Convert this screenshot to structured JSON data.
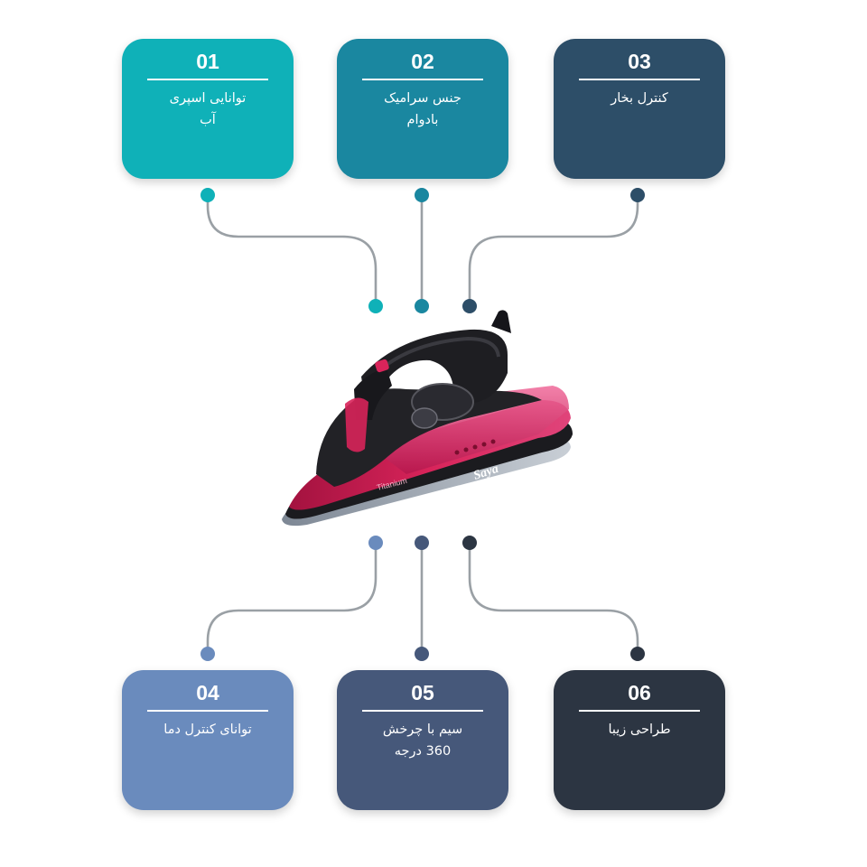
{
  "colors": {
    "c1": "#0fb1b8",
    "c2": "#1a87a0",
    "c3": "#2d4e68",
    "c4": "#6a8bbd",
    "c5": "#46587a",
    "c6": "#2c3542",
    "line": "#9aa0a5"
  },
  "features": [
    {
      "num": "01",
      "label": "توانایی اسپری\nآب"
    },
    {
      "num": "02",
      "label": "جنس سرامیک\nبادوام"
    },
    {
      "num": "03",
      "label": "کنترل بخار"
    },
    {
      "num": "04",
      "label": "توانای کنترل دما"
    },
    {
      "num": "05",
      "label": "سیم با چرخش\n360 درجه"
    },
    {
      "num": "06",
      "label": "طراحی زیبا"
    }
  ],
  "product": {
    "brand": "Saya",
    "model": "Titanium"
  }
}
